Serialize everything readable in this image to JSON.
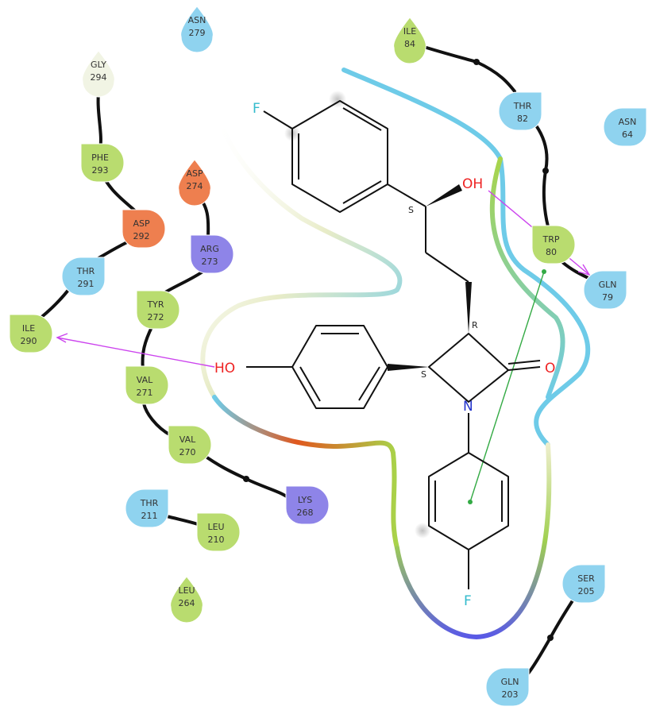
{
  "residues": [
    {
      "id": "asn279",
      "name": "ASN",
      "num": "279",
      "color": "#8fd3ef"
    },
    {
      "id": "gly294",
      "name": "GLY",
      "num": "294",
      "color": "#f1f4e4"
    },
    {
      "id": "phe293",
      "name": "PHE",
      "num": "293",
      "color": "#b9dc6f"
    },
    {
      "id": "asp274",
      "name": "ASP",
      "num": "274",
      "color": "#ee7f4f"
    },
    {
      "id": "asp292",
      "name": "ASP",
      "num": "292",
      "color": "#ee7f4f"
    },
    {
      "id": "arg273",
      "name": "ARG",
      "num": "273",
      "color": "#8e84e8"
    },
    {
      "id": "thr291",
      "name": "THR",
      "num": "291",
      "color": "#8fd3ef"
    },
    {
      "id": "tyr272",
      "name": "TYR",
      "num": "272",
      "color": "#b9dc6f"
    },
    {
      "id": "ile290",
      "name": "ILE",
      "num": "290",
      "color": "#b9dc6f"
    },
    {
      "id": "val271",
      "name": "VAL",
      "num": "271",
      "color": "#b9dc6f"
    },
    {
      "id": "val270",
      "name": "VAL",
      "num": "270",
      "color": "#b9dc6f"
    },
    {
      "id": "lys268",
      "name": "LYS",
      "num": "268",
      "color": "#8e84e8"
    },
    {
      "id": "thr211",
      "name": "THR",
      "num": "211",
      "color": "#8fd3ef"
    },
    {
      "id": "leu210",
      "name": "LEU",
      "num": "210",
      "color": "#b9dc6f"
    },
    {
      "id": "leu264",
      "name": "LEU",
      "num": "264",
      "color": "#b9dc6f"
    },
    {
      "id": "ile84",
      "name": "ILE",
      "num": "84",
      "color": "#b9dc6f"
    },
    {
      "id": "thr82",
      "name": "THR",
      "num": "82",
      "color": "#8fd3ef"
    },
    {
      "id": "asn64",
      "name": "ASN",
      "num": "64",
      "color": "#8fd3ef"
    },
    {
      "id": "trp80",
      "name": "TRP",
      "num": "80",
      "color": "#b9dc6f"
    },
    {
      "id": "gln79",
      "name": "GLN",
      "num": "79",
      "color": "#8fd3ef"
    },
    {
      "id": "ser205",
      "name": "SER",
      "num": "205",
      "color": "#8fd3ef"
    },
    {
      "id": "gln203",
      "name": "GLN",
      "num": "203",
      "color": "#8fd3ef"
    }
  ],
  "atoms": {
    "fluorine_top": "F",
    "hydroxyl_top": "OH",
    "hydroxyl_left": "HO",
    "carbonyl_oxygen": "O",
    "ring_nitrogen": "N",
    "fluorine_bottom": "F"
  },
  "stereo_labels": {
    "center_oh": "S",
    "center_3": "R",
    "center_4": "S"
  },
  "colors": {
    "backbone": "#111111",
    "hbond": "#cc44ee",
    "pi_stack": "#33aa44",
    "bond": "#111111",
    "oxygen": "#ee2222",
    "nitrogen": "#2233cc",
    "fluorine": "#33bbcc"
  }
}
